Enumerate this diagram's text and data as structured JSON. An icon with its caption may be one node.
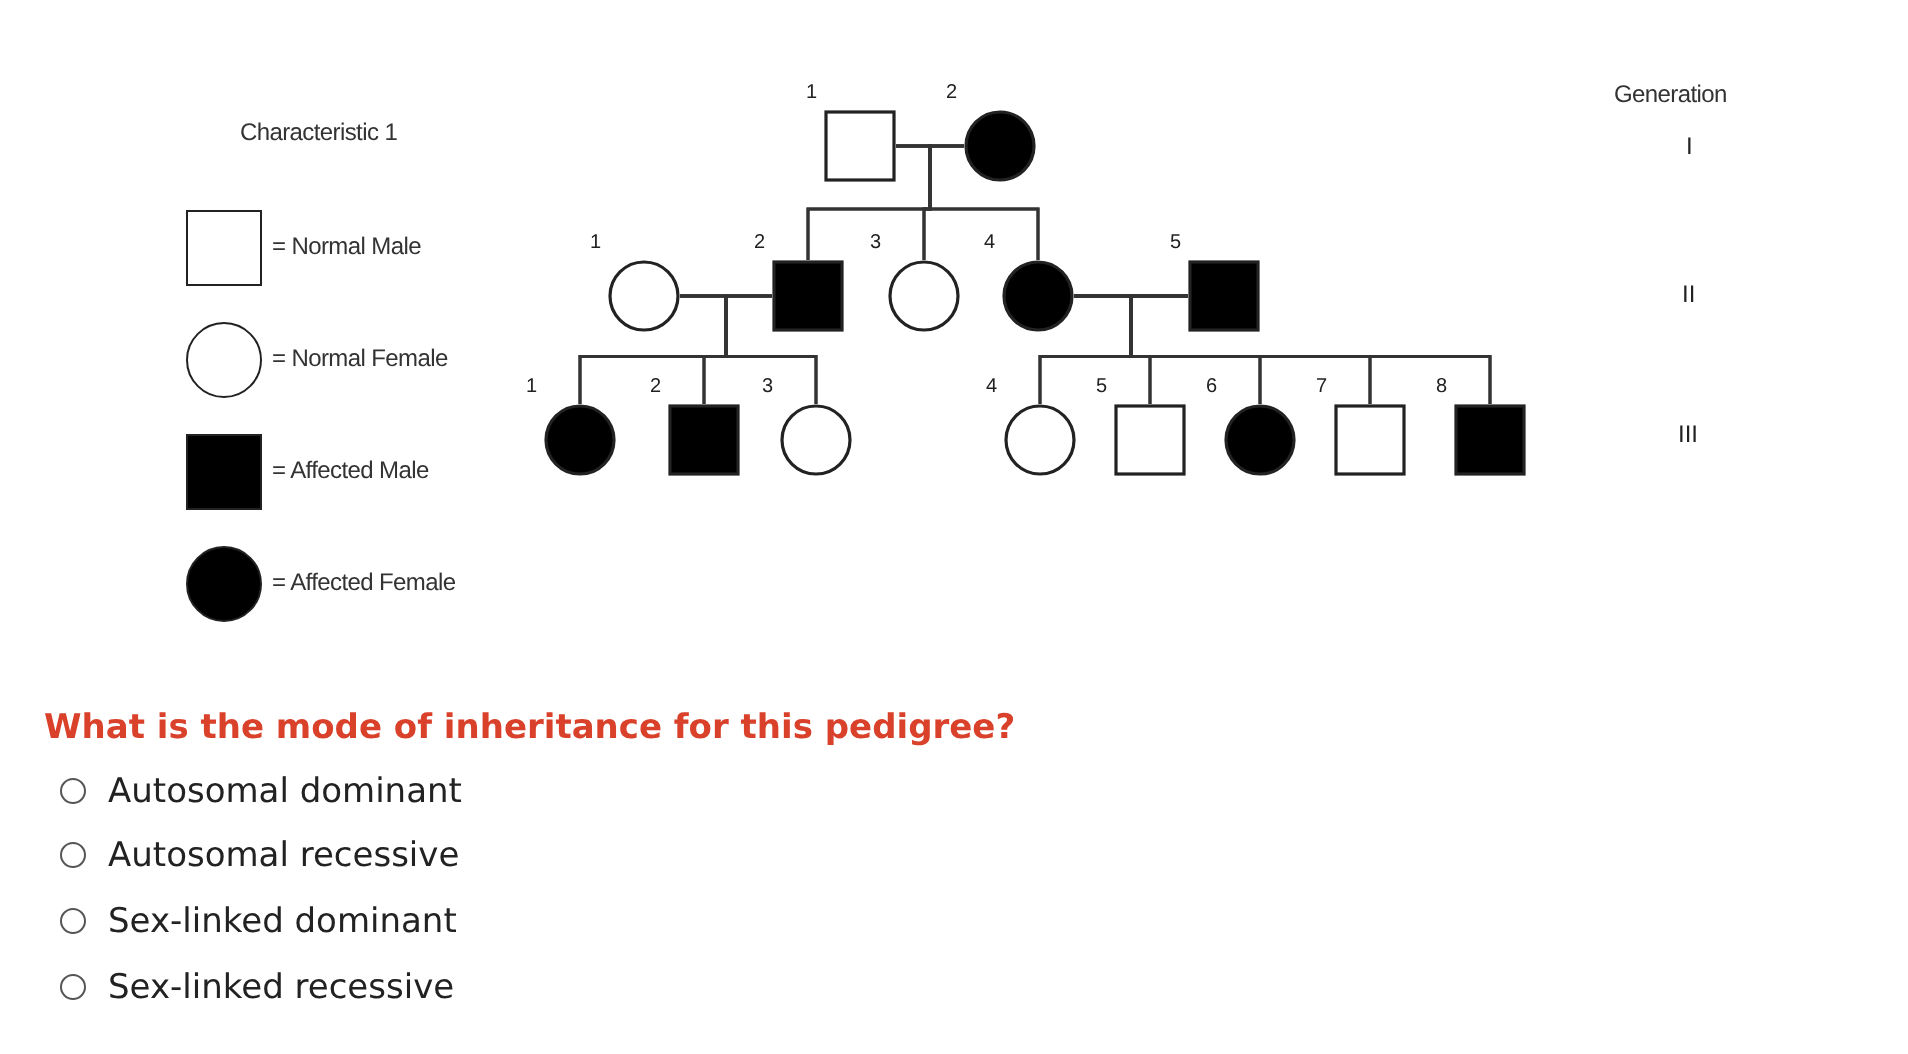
{
  "diagram": {
    "nodes": [
      {
        "text": [
          "1"
        ]
      },
      {
        "text": [
          "2"
        ]
      },
      {
        "text": [
          "1"
        ]
      },
      {
        "text": [
          "2"
        ]
      },
      {
        "text": [
          "3"
        ]
      },
      {
        "text": [
          "4"
        ]
      },
      {
        "text": [
          "5"
        ]
      },
      {
        "text": [
          "1"
        ]
      },
      {
        "text": [
          "2"
        ]
      },
      {
        "text": [
          "3"
        ]
      },
      {
        "text": [
          "4"
        ]
      },
      {
        "text": [
          "5"
        ]
      },
      {
        "text": [
          "6"
        ]
      },
      {
        "text": [
          "7"
        ]
      },
      {
        "text": [
          "8"
        ]
      }
    ],
    "edges": [
      {
        "from": 0,
        "to": 1,
        "arrow": "none"
      },
      {
        "from": 0,
        "to": 3,
        "arrow": "none"
      },
      {
        "from": 1,
        "to": 3,
        "arrow": "none"
      },
      {
        "from": 0,
        "to": 4,
        "arrow": "none"
      },
      {
        "from": 1,
        "to": 4,
        "arrow": "none"
      },
      {
        "from": 0,
        "to": 5,
        "arrow": "none"
      },
      {
        "from": 1,
        "to": 5,
        "arrow": "none"
      },
      {
        "from": 2,
        "to": 3,
        "arrow": "none"
      },
      {
        "from": 2,
        "to": 7,
        "arrow": "none"
      },
      {
        "from": 3,
        "to": 7,
        "arrow": "none"
      },
      {
        "from": 2,
        "to": 8,
        "arrow": "none"
      },
      {
        "from": 3,
        "to": 8,
        "arrow": "none"
      },
      {
        "from": 2,
        "to": 9,
        "arrow": "none"
      },
      {
        "from": 3,
        "to": 9,
        "arrow": "none"
      },
      {
        "from": 5,
        "to": 6,
        "arrow": "none"
      },
      {
        "from": 5,
        "to": 10,
        "arrow": "none"
      },
      {
        "from": 6,
        "to": 10,
        "arrow": "none"
      },
      {
        "from": 5,
        "to": 11,
        "arrow": "none"
      },
      {
        "from": 6,
        "to": 11,
        "arrow": "none"
      },
      {
        "from": 5,
        "to": 12,
        "arrow": "none"
      },
      {
        "from": 6,
        "to": 12,
        "arrow": "none"
      },
      {
        "from": 5,
        "to": 13,
        "arrow": "none"
      },
      {
        "from": 6,
        "to": 13,
        "arrow": "none"
      },
      {
        "from": 5,
        "to": 14,
        "arrow": "none"
      },
      {
        "from": 6,
        "to": 14,
        "arrow": "none"
      }
    ],
    "labels": [
      "Generation",
      "Characteristic 1",
      "I",
      "II",
      "III",
      "What is the mode of inheritance for this pedigree?",
      "Autosomal dominant",
      "Autosomal recessive",
      "Sex-linked dominant",
      "Sex-linked recessive"
    ],
    "legend": [
      {
        "text": "= Normal Male"
      },
      {
        "text": "= Normal Female"
      },
      {
        "text": "= Affected Male"
      },
      {
        "text": "= Affected Female"
      }
    ]
  }
}
